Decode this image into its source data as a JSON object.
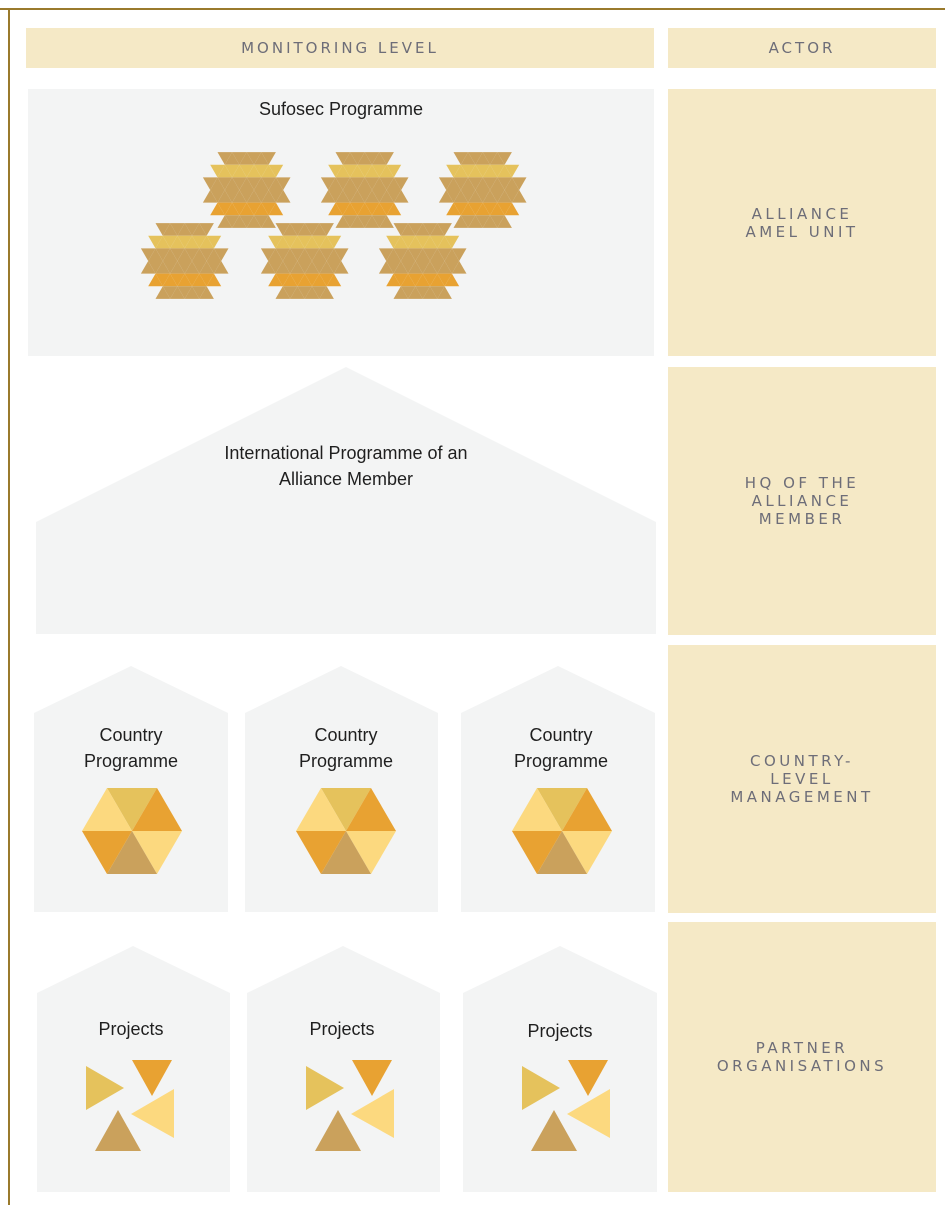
{
  "headers": {
    "monitoring_level": "MONITORING LEVEL",
    "actor": "ACTOR"
  },
  "levels": [
    {
      "label": "Sufosec Programme",
      "actor": "ALLIANCE\nAMEL UNIT"
    },
    {
      "label": "International Programme of an\nAlliance Member",
      "actor": "HQ OF THE\nALLIANCE\nMEMBER"
    },
    {
      "label": "Country\nProgramme",
      "actor": "COUNTRY-\nLEVEL\nMANAGEMENT"
    },
    {
      "label": "Projects",
      "actor": "PARTNER\nORGANISATIONS"
    }
  ],
  "country_programmes": [
    "Country\nProgramme",
    "Country\nProgramme",
    "Country\nProgramme"
  ],
  "projects": [
    "Projects",
    "Projects",
    "Projects"
  ],
  "icons": {
    "honeycomb": "honeycomb-cluster-icon",
    "hexagon": "hexagon-icon",
    "pinwheel": "triangle-pinwheel-icon"
  },
  "colors": {
    "header_bg": "#f5e9c6",
    "panel_bg": "#f3f4f4",
    "frame": "#9a7a2c",
    "orange": "#e8a232",
    "light_yellow": "#fcd97f",
    "gold": "#e5c25c",
    "tan": "#caa15c"
  }
}
